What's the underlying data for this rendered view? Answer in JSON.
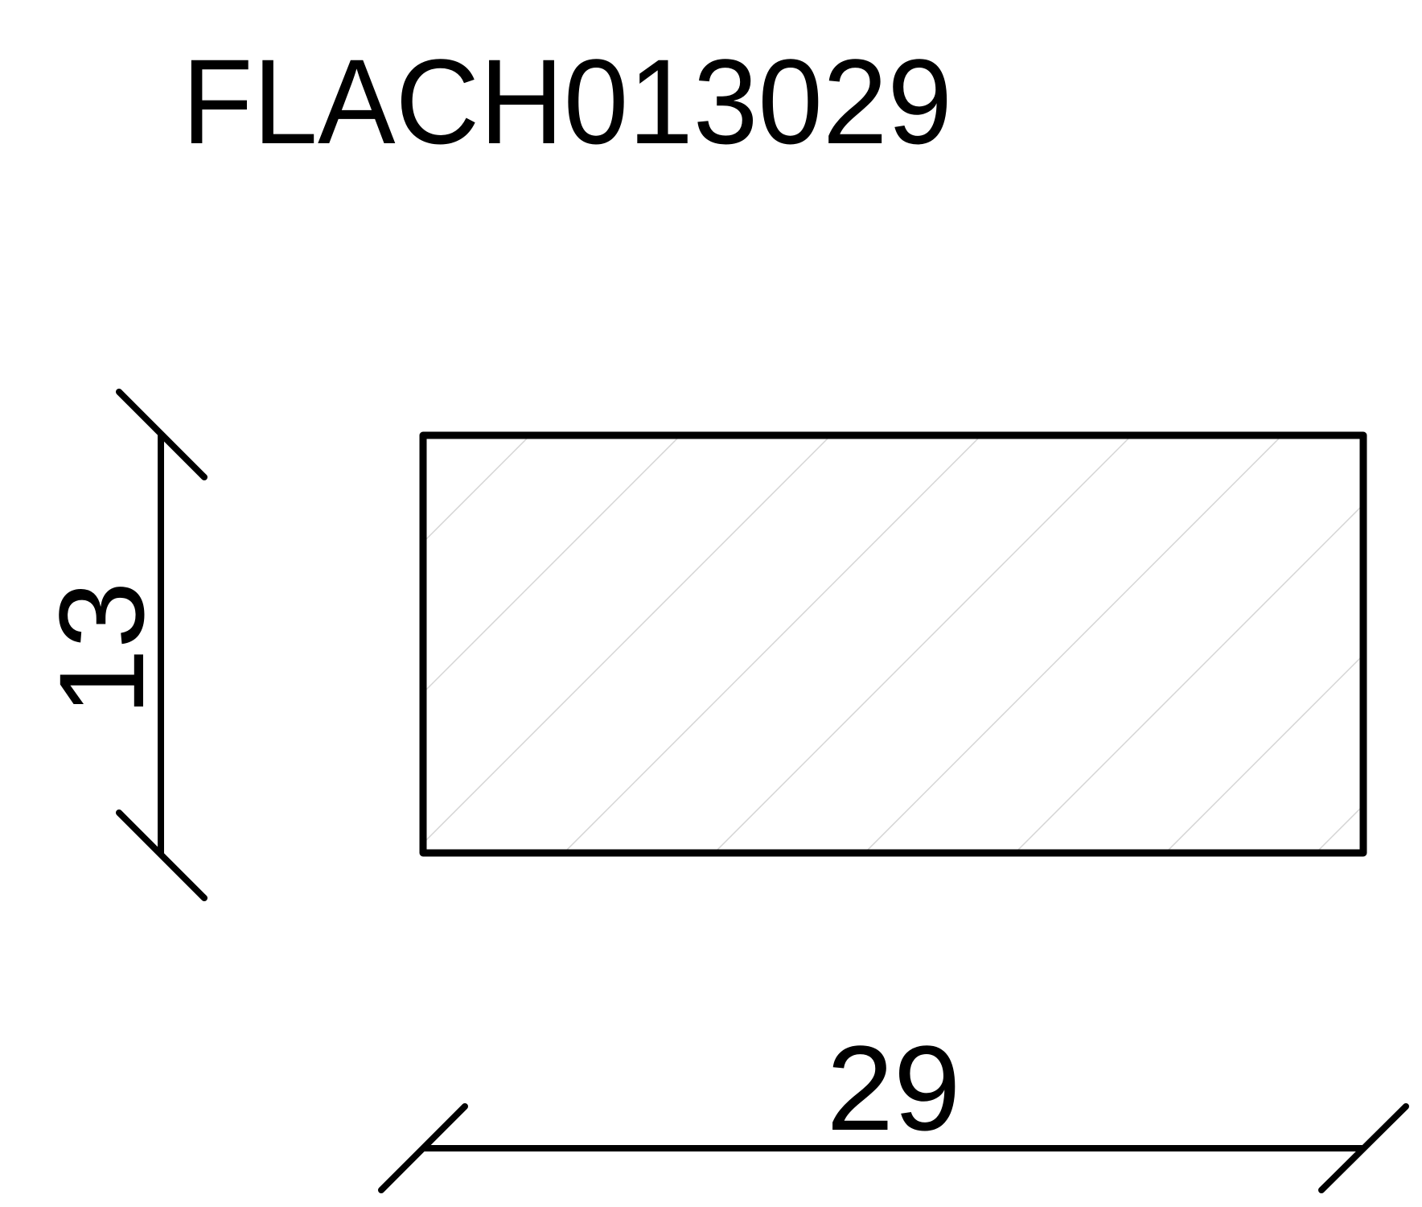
{
  "drawing": {
    "title": "FLACH013029",
    "profile_type": "flat bar cross-section",
    "section": {
      "shape": "rectangle",
      "hatch": "diagonal 45°",
      "hatch_color": "#d0d0d0",
      "outline_color": "#000000"
    },
    "dimensions": {
      "height": {
        "label": "13",
        "orientation": "vertical"
      },
      "width": {
        "label": "29",
        "orientation": "horizontal"
      }
    }
  }
}
